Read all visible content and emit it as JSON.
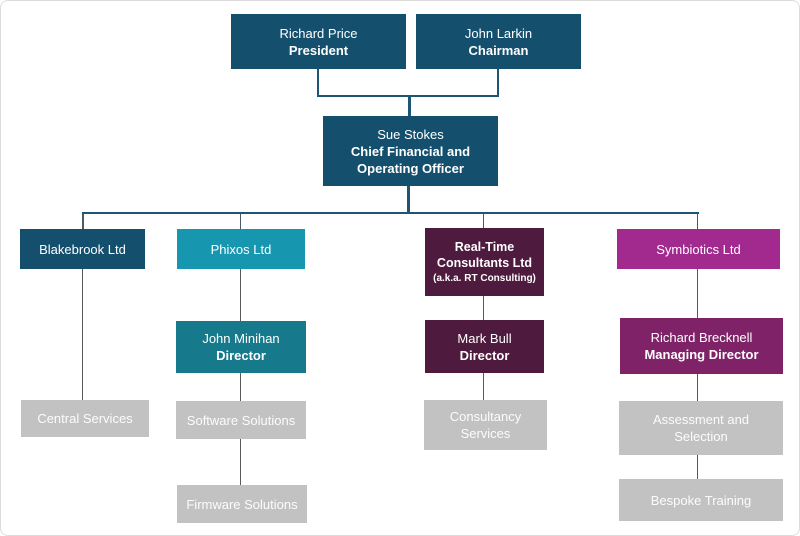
{
  "diagram_type": "org-chart",
  "colors": {
    "navy": "#14506e",
    "cyan": "#1797af",
    "teal": "#16798c",
    "plum": "#4e1a3d",
    "magenta": "#a2298d",
    "purple": "#7f2268",
    "gray": "#c2c2c2",
    "line_blue": "#1d5674",
    "line_stub": "#4a5a64",
    "line_gray": "#595959"
  },
  "nodes": {
    "president": {
      "name": "Richard Price",
      "role": "President"
    },
    "chairman": {
      "name": "John Larkin",
      "role": "Chairman"
    },
    "cfo": {
      "name": "Sue Stokes",
      "role": "Chief Financial and Operating Officer"
    },
    "blakebrook": {
      "name": "Blakebrook Ltd"
    },
    "phixos": {
      "name": "Phixos Ltd"
    },
    "realtime": {
      "name": "Real-Time Consultants Ltd",
      "note": "(a.k.a. RT Consulting)"
    },
    "symbiotics": {
      "name": "Symbiotics Ltd"
    },
    "minihan": {
      "name": "John Minihan",
      "role": "Director"
    },
    "markbull": {
      "name": "Mark Bull",
      "role": "Director"
    },
    "brecknell": {
      "name": "Richard Brecknell",
      "role": "Managing Director"
    },
    "central": {
      "label": "Central Services"
    },
    "software": {
      "label": "Software Solutions"
    },
    "firmware": {
      "label": "Firmware Solutions"
    },
    "consultancy": {
      "label": "Consultancy Services"
    },
    "assessment": {
      "label": "Assessment and Selection"
    },
    "bespoke": {
      "label": "Bespoke Training"
    }
  },
  "edges": [
    {
      "from": "president",
      "to": "cfo"
    },
    {
      "from": "chairman",
      "to": "cfo"
    },
    {
      "from": "cfo",
      "to": "blakebrook"
    },
    {
      "from": "cfo",
      "to": "phixos"
    },
    {
      "from": "cfo",
      "to": "realtime"
    },
    {
      "from": "cfo",
      "to": "symbiotics"
    },
    {
      "from": "blakebrook",
      "to": "central"
    },
    {
      "from": "phixos",
      "to": "minihan"
    },
    {
      "from": "realtime",
      "to": "markbull"
    },
    {
      "from": "symbiotics",
      "to": "brecknell"
    },
    {
      "from": "minihan",
      "to": "software"
    },
    {
      "from": "software",
      "to": "firmware"
    },
    {
      "from": "markbull",
      "to": "consultancy"
    },
    {
      "from": "brecknell",
      "to": "assessment"
    },
    {
      "from": "assessment",
      "to": "bespoke"
    }
  ]
}
